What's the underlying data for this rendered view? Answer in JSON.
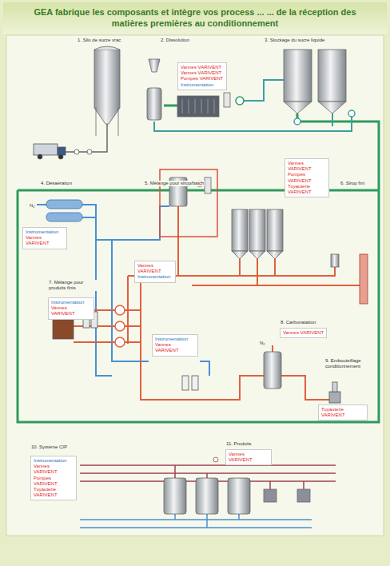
{
  "diagram": {
    "title": "GEA fabrique les composants et intègre vos process ... ... de la réception des matières premières au conditionnement",
    "nodes": [
      {
        "text": [
          "Vannes VARIVENT Vannes VARIVENT Pompes VARIVENT",
          "Instrumentation"
        ]
      },
      {
        "text": [
          "Vannes VARIVENT Pompes VARIVENT Tuyauterie VARIVENT"
        ]
      },
      {
        "text": [
          "Instrumentation",
          "Vannes VARIVENT"
        ]
      },
      {
        "text": [
          "Vannes VARIVENT",
          "Instrumentation"
        ]
      },
      {
        "text": [
          "Instrumentation",
          "Vannes VARIVENT"
        ]
      },
      {
        "text": [
          "Vannes VARIVENT"
        ]
      },
      {
        "text": [
          "Instrumentation",
          "Vannes VARIVENT"
        ]
      },
      {
        "text": [
          "Tuyauterie VARIVENT"
        ]
      },
      {
        "text": [
          "Vannes VARIVENT"
        ]
      },
      {
        "text": [
          "Instrumentation",
          "Vannes VARIVENT Pompes VARIVENT Tuyauterie VARIVENT"
        ]
      }
    ],
    "labels": [
      "1. Silo de sucre vrac",
      "2. Dissolution",
      "3. Stockage du sucre liquide",
      "4. Désaération",
      "5. Mélange pour sirop/batch",
      "6. Sirop fini",
      "7. Mélange pour produits finis",
      "8. Carbonatation",
      "9. Embouteillage conditionnement",
      "10. Système CIP",
      "11. Produits",
      "N₂",
      "N₂"
    ]
  }
}
